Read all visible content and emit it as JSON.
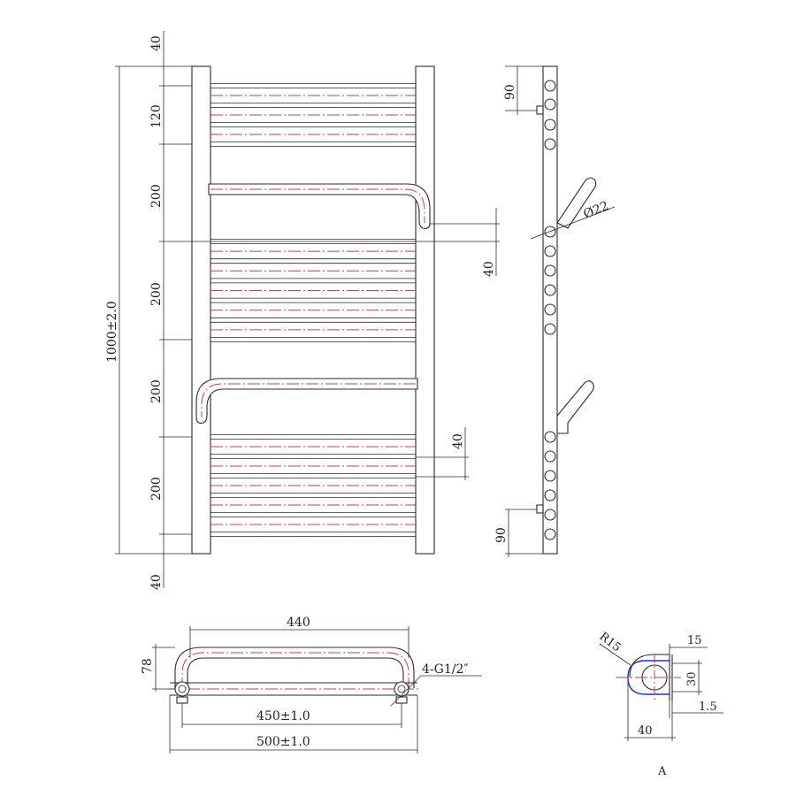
{
  "front_view": {
    "overall_height": "1000±2.0",
    "top_margin": "40",
    "bottom_margin": "40",
    "section_1": "120",
    "section_2": "200",
    "section_3": "200",
    "section_4": "200",
    "section_5": "200",
    "hook_offset_upper": "40",
    "hook_offset_lower": "40"
  },
  "side_view": {
    "top_offset": "90",
    "bottom_offset": "90",
    "hook_diameter": "Ø22"
  },
  "top_view": {
    "inner_width": "440",
    "depth": "78",
    "center_distance": "450±1.0",
    "overall_width": "500±1.0",
    "connection": "4-G1/2″"
  },
  "detail_a": {
    "label": "A",
    "radius": "R15",
    "width_top": "15",
    "height": "30",
    "thickness": "1.5",
    "width_bottom": "40"
  }
}
